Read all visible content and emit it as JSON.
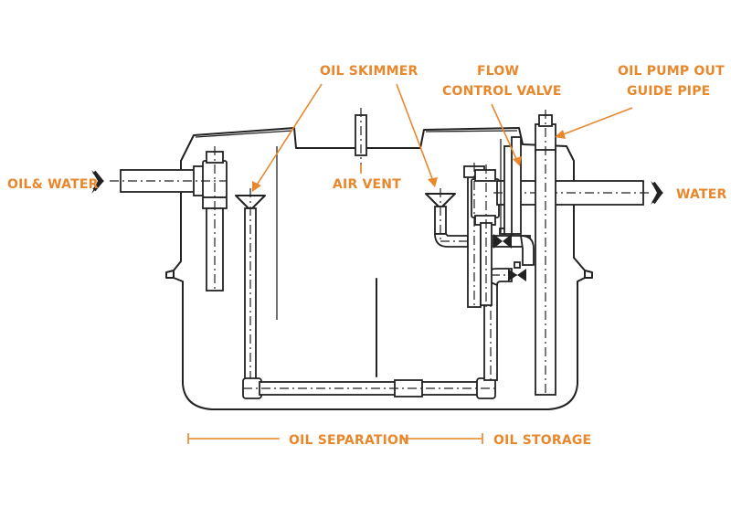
{
  "labels": {
    "oil_skimmer": "OIL SKIMMER",
    "flow_control_line1": "FLOW",
    "flow_control_line2": "CONTROL VALVE",
    "oil_pump_line1": "OIL PUMP OUT",
    "oil_pump_line2": "GUIDE PIPE",
    "oil_water": "OIL& WATER",
    "air_vent": "AIR VENT",
    "water": "WATER",
    "oil_separation": "OIL SEPARATION",
    "oil_storage": "OIL STORAGE"
  },
  "colors": {
    "label": "#e8872c",
    "line": "#222222",
    "background": "#ffffff"
  }
}
